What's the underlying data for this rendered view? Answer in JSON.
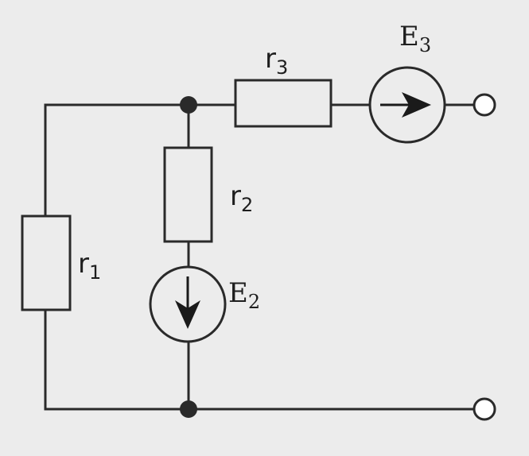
{
  "diagram": {
    "components": {
      "r1": {
        "letter": "r",
        "index": "1"
      },
      "r2": {
        "letter": "r",
        "index": "2"
      },
      "r3": {
        "letter": "r",
        "index": "3"
      },
      "E2": {
        "letter": "E",
        "index": "2"
      },
      "E3": {
        "letter": "E",
        "index": "3"
      }
    }
  }
}
